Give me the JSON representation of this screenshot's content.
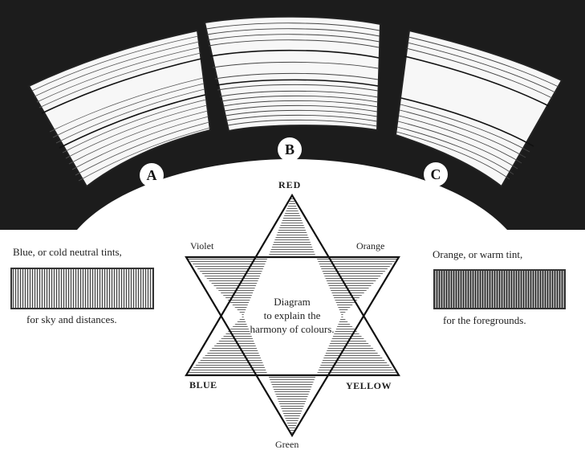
{
  "panels": [
    {
      "label": "A"
    },
    {
      "label": "B"
    },
    {
      "label": "C"
    }
  ],
  "star": {
    "top": "RED",
    "upper_left": "Violet",
    "upper_right": "Orange",
    "lower_left": "BLUE",
    "lower_right": "YELLOW",
    "bottom": "Green",
    "center_lines": [
      "Diagram",
      "to explain the",
      "harmony of colours."
    ]
  },
  "left_swatch": {
    "caption_top": "Blue, or cold neutral tints,",
    "caption_bottom": "for sky and distances."
  },
  "right_swatch": {
    "caption_top": "Orange, or warm tint,",
    "caption_bottom": "for the foregrounds."
  }
}
